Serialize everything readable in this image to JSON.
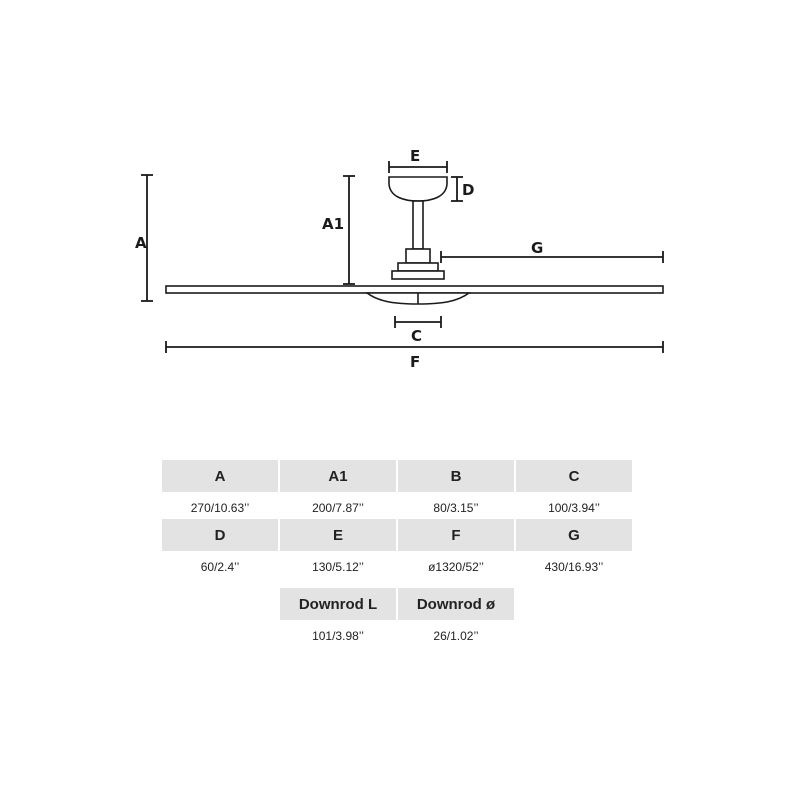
{
  "diagram": {
    "labels": {
      "A": "A",
      "A1": "A1",
      "C": "C",
      "D": "D",
      "E": "E",
      "F": "F",
      "G": "G"
    }
  },
  "specs": {
    "rows": [
      {
        "headers": [
          "A",
          "A1",
          "B",
          "C"
        ],
        "values": [
          "270/10.63’’",
          "200/7.87’’",
          "80/3.15’’",
          "100/3.94’’"
        ]
      },
      {
        "headers": [
          "D",
          "E",
          "F",
          "G"
        ],
        "values": [
          "60/2.4’’",
          "130/5.12’’",
          "ø1320/52’’",
          "430/16.93’’"
        ]
      },
      {
        "headers": [
          "Downrod L",
          "Downrod ø"
        ],
        "values": [
          "101/3.98’’",
          "26/1.02’’"
        ]
      }
    ]
  }
}
